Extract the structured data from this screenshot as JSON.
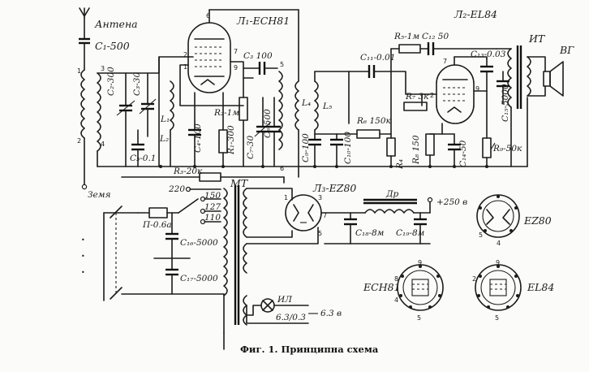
{
  "diagram": {
    "caption": "Фиг. 1. Принципна схема",
    "tubes": {
      "ech81": "Л₁-ECH81",
      "el84": "Л₂-EL84",
      "ez80": "Л₃-EZ80"
    },
    "socket_labels": {
      "ez80": "EZ80",
      "ech81": "ECH81",
      "el84": "EL84"
    },
    "antenna": {
      "antenna_label": "Антена",
      "c1": "C₁-500",
      "ground_label": "Земя"
    },
    "input_stage": {
      "c2": "C₂-300",
      "c3": "C₃-30",
      "l1": "L₁",
      "l2": "L₂",
      "c5": "C₅-0.1",
      "c4": "C₄-100",
      "r1": "R₁-300",
      "r2": "R₂-1м",
      "c7": "C₇-30",
      "c6": "C₆-500",
      "c8_top": "C₃ 100",
      "rh": "R₃-20к"
    },
    "if_stage": {
      "l4": "L₄",
      "l5": "L₅",
      "c9": "C₉-100",
      "c10": "C₁₀-100",
      "r6": "R₆ 150к",
      "c11": "C₁₁-0.01"
    },
    "output_stage": {
      "r5": "R₅-1м",
      "c12": "C₁₂ 50",
      "c13": "C₁₃-0.03",
      "r7": "R₇ 3к",
      "r8": "R₈ 150",
      "c14": "C₁₄-50",
      "r9": "R₉-50к",
      "r4": "R₄",
      "c15": "C₁₅-5000",
      "transformer": "ИТ",
      "speaker": "ВГ"
    },
    "power_supply": {
      "v220": "220",
      "v150": "150",
      "v127": "127",
      "v110": "110",
      "fuse": "П-0.6а",
      "c16": "C₁₆-5000",
      "c17": "C₁₇-5000",
      "mains_transformer": "МТ",
      "choke": "Др",
      "c18": "C₁₈-8м",
      "c19": "C₁₉-8м",
      "bplus": "+250 в",
      "lamp": "ИЛ",
      "lamp_rating": "6.3/0.3",
      "filament": "6.3 в"
    }
  }
}
